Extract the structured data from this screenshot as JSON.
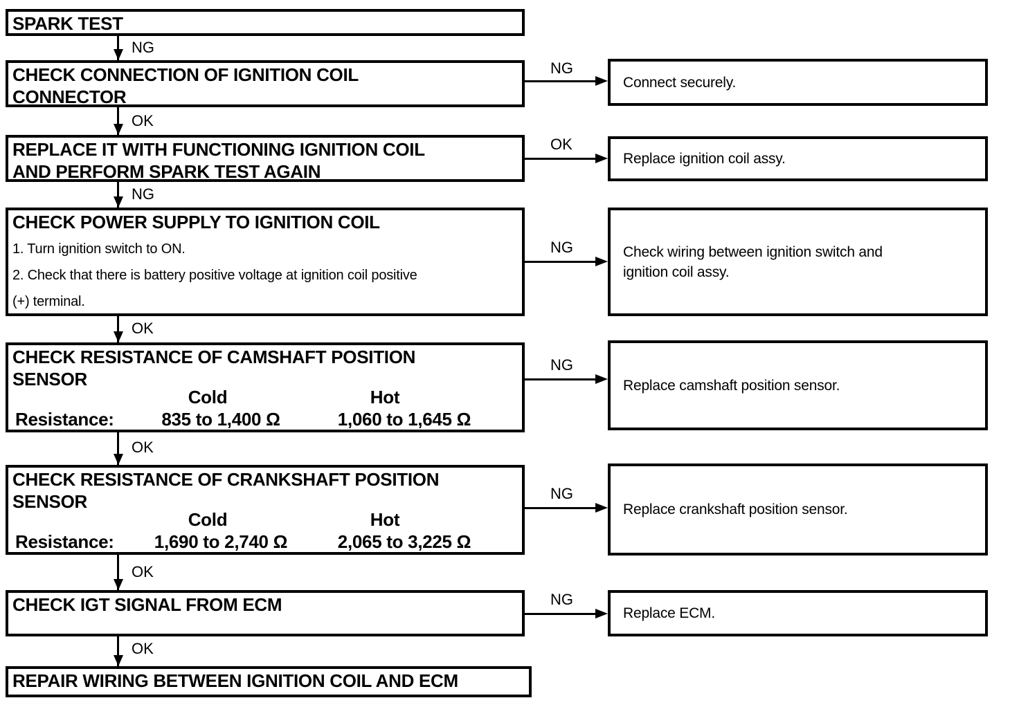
{
  "colors": {
    "line": "#000000",
    "background": "#ffffff",
    "text": "#000000"
  },
  "steps": [
    {
      "title": "SPARK TEST"
    },
    {
      "title": "CHECK CONNECTION OF IGNITION COIL CONNECTOR"
    },
    {
      "title": "REPLACE IT WITH FUNCTIONING IGNITION COIL AND PERFORM SPARK TEST AGAIN"
    },
    {
      "title": "CHECK POWER SUPPLY TO IGNITION COIL",
      "items": [
        "1. Turn ignition switch to ON.",
        "2. Check that there is battery positive voltage at ignition coil positive",
        "(+) terminal."
      ]
    },
    {
      "title": "CHECK RESISTANCE OF CAMSHAFT POSITION SENSOR",
      "res": {
        "label": "Resistance:",
        "cold_header": "Cold",
        "hot_header": "Hot",
        "cold": "835 to 1,400 Ω",
        "hot": "1,060 to 1,645 Ω"
      }
    },
    {
      "title": "CHECK RESISTANCE OF CRANKSHAFT POSITION SENSOR",
      "res": {
        "label": "Resistance:",
        "cold_header": "Cold",
        "hot_header": "Hot",
        "cold": "1,690 to 2,740 Ω",
        "hot": "2,065 to 3,225 Ω"
      }
    },
    {
      "title": "CHECK IGT SIGNAL FROM ECM"
    },
    {
      "title": "REPAIR WIRING BETWEEN IGNITION COIL AND ECM"
    }
  ],
  "down": [
    {
      "label": "NG"
    },
    {
      "label": "OK"
    },
    {
      "label": "NG"
    },
    {
      "label": "OK"
    },
    {
      "label": "OK"
    },
    {
      "label": "OK"
    },
    {
      "label": "OK"
    }
  ],
  "branches": [
    {
      "label": "NG",
      "action": "Connect securely."
    },
    {
      "label": "OK",
      "action": "Replace ignition coil assy."
    },
    {
      "label": "NG",
      "action": "Check wiring between ignition switch and ignition coil assy."
    },
    {
      "label": "NG",
      "action": "Replace camshaft position sensor."
    },
    {
      "label": "NG",
      "action": "Replace crankshaft position sensor."
    },
    {
      "label": "NG",
      "action": "Replace ECM."
    }
  ]
}
